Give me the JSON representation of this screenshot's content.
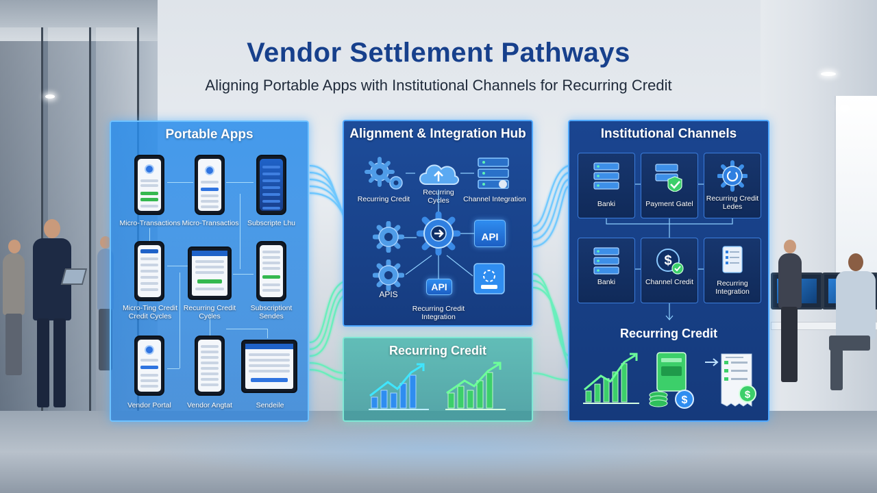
{
  "header": {
    "title": "Vendor Settlement Pathways",
    "subtitle": "Aligning Portable Apps with Institutional Channels for Recurring Credit"
  },
  "portable_apps": {
    "title": "Portable Apps",
    "items": [
      {
        "label": "Micro-Transactions"
      },
      {
        "label": "Micro-Transactios"
      },
      {
        "label": "Subscripte Lhu"
      },
      {
        "label": "Micro-Ting Credit Credit Cycles"
      },
      {
        "label": "Recurring Credit Cycles"
      },
      {
        "label": "Subscriptiont Sendes"
      },
      {
        "label": "Vendor Portal"
      },
      {
        "label": "Vendor Angtat"
      },
      {
        "label": "Sendeile"
      }
    ]
  },
  "hub": {
    "title": "Alignment & Integration Hub",
    "items": [
      {
        "label": "Recurring Credit"
      },
      {
        "label": "Recurring Cycles"
      },
      {
        "label": "Channel Integration"
      },
      {
        "label": "APIS"
      },
      {
        "label": "Recurring Credit Integration"
      }
    ],
    "api_labels": [
      "API",
      "API"
    ]
  },
  "recurring_credit": {
    "title": "Recurring Credit"
  },
  "institutional": {
    "title": "Institutional Channels",
    "items": [
      {
        "label": "Banki"
      },
      {
        "label": "Payment Gatel"
      },
      {
        "label": "Recurring Credit Ledes"
      },
      {
        "label": "Banki"
      },
      {
        "label": "Channel Credit"
      },
      {
        "label": "Recurring Integration"
      }
    ],
    "sub_title": "Recurring Credit"
  },
  "colors": {
    "title": "#17408c",
    "apps_panel": "#2e8ce8",
    "hub_panel": "#1d4c9a",
    "recurring_panel": "#3cb4aa",
    "inst_panel": "#1a4590",
    "connector_blue": "#4fb8ff",
    "connector_green": "#5ef2b8",
    "bar_blue": "#2f8df0",
    "bar_green": "#3ccf6a"
  }
}
